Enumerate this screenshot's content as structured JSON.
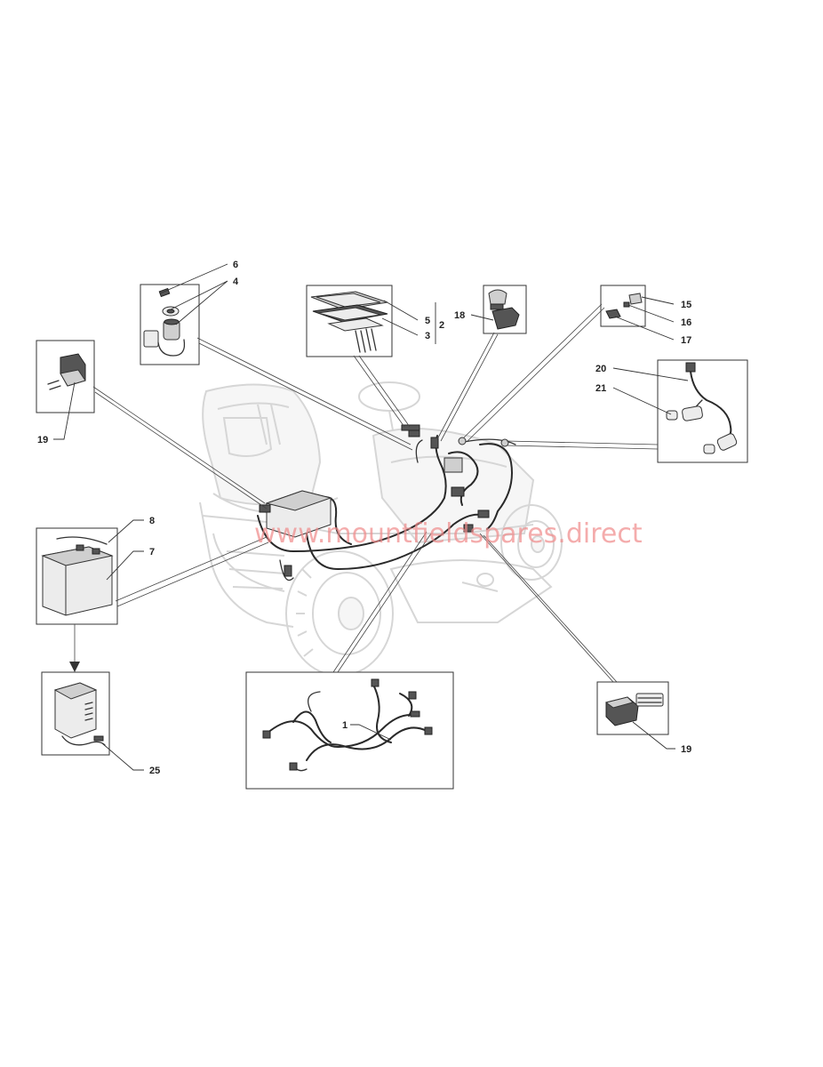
{
  "watermark": "www.mountfieldspares.direct",
  "callouts": [
    {
      "id": "c6",
      "label": "6"
    },
    {
      "id": "c4",
      "label": "4"
    },
    {
      "id": "c5",
      "label": "5"
    },
    {
      "id": "c2",
      "label": "2"
    },
    {
      "id": "c3",
      "label": "3"
    },
    {
      "id": "c18",
      "label": "18"
    },
    {
      "id": "c15",
      "label": "15"
    },
    {
      "id": "c16",
      "label": "16"
    },
    {
      "id": "c17",
      "label": "17"
    },
    {
      "id": "c20",
      "label": "20"
    },
    {
      "id": "c21",
      "label": "21"
    },
    {
      "id": "c19a",
      "label": "19"
    },
    {
      "id": "c8",
      "label": "8"
    },
    {
      "id": "c7",
      "label": "7"
    },
    {
      "id": "c25",
      "label": "25"
    },
    {
      "id": "c1",
      "label": "1"
    },
    {
      "id": "c19b",
      "label": "19"
    }
  ]
}
